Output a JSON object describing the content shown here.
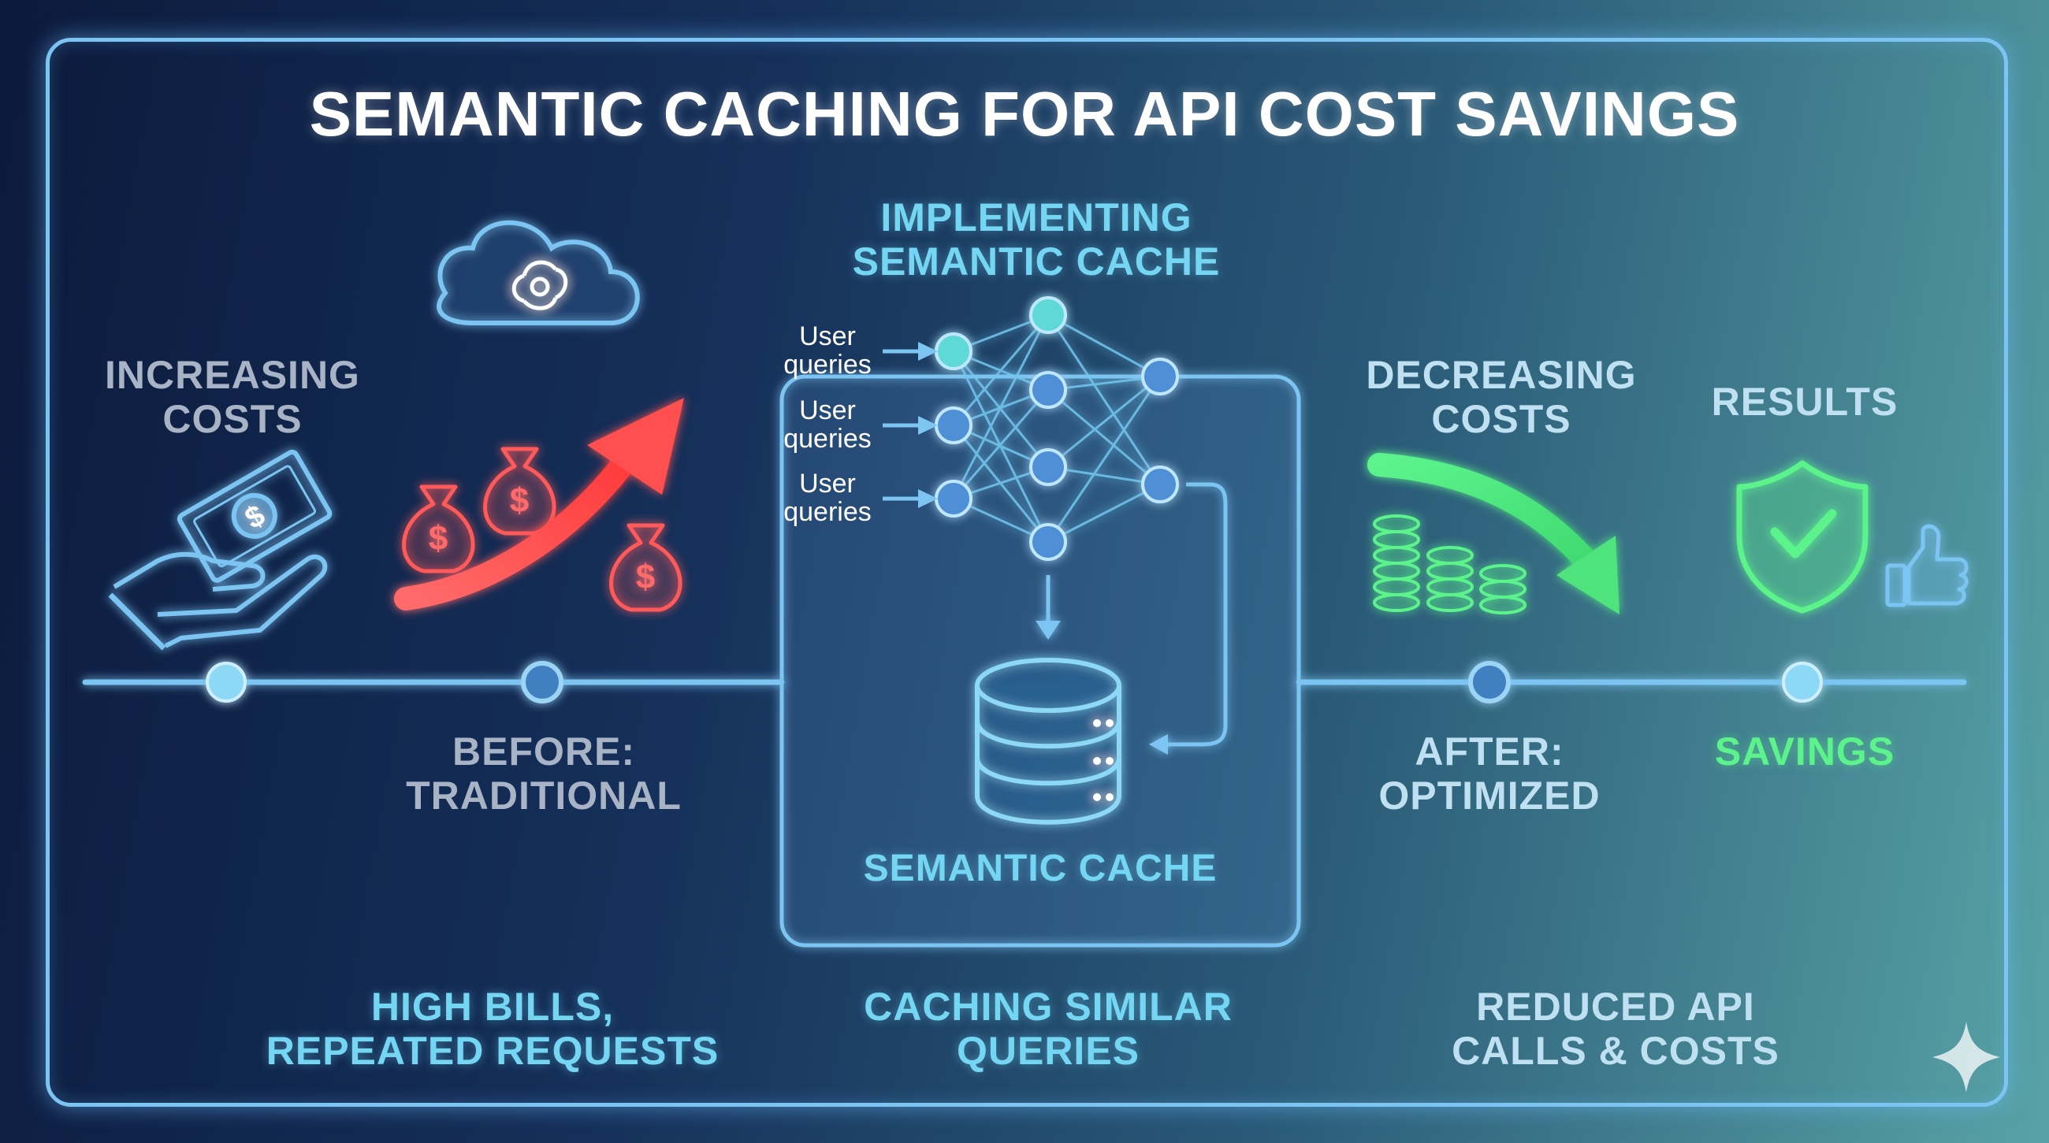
{
  "title": "SEMANTIC CACHING FOR API COST SAVINGS",
  "sections": {
    "increasing_costs": "INCREASING\nCOSTS",
    "implementing": "IMPLEMENTING\nSEMANTIC CACHE",
    "decreasing_costs": "DECREASING\nCOSTS",
    "results": "RESULTS"
  },
  "timeline": {
    "before": "BEFORE:\nTRADITIONAL",
    "after": "AFTER:\nOPTIMIZED",
    "savings": "SAVINGS"
  },
  "queries": [
    "User\nqueries",
    "User\nqueries",
    "User\nqueries"
  ],
  "cache_label": "SEMANTIC CACHE",
  "bottom": {
    "left": "HIGH BILLS,\nREPEATED REQUESTS",
    "center": "CACHING SIMILAR\nQUERIES",
    "right": "REDUCED API\nCALLS & COSTS"
  },
  "colors": {
    "frame": "#7cc4f2",
    "cost_red": "#ff5a5a",
    "saving_green": "#5cf38c",
    "accent_cyan": "#74d6f2"
  },
  "icons": [
    "cloud-icon",
    "money-hand-icon",
    "money-bag-icon",
    "up-arrow-icon",
    "neural-network-icon",
    "database-icon",
    "coin-stack-icon",
    "down-arrow-icon",
    "shield-check-icon",
    "thumbs-up-icon",
    "sparkle-icon"
  ]
}
